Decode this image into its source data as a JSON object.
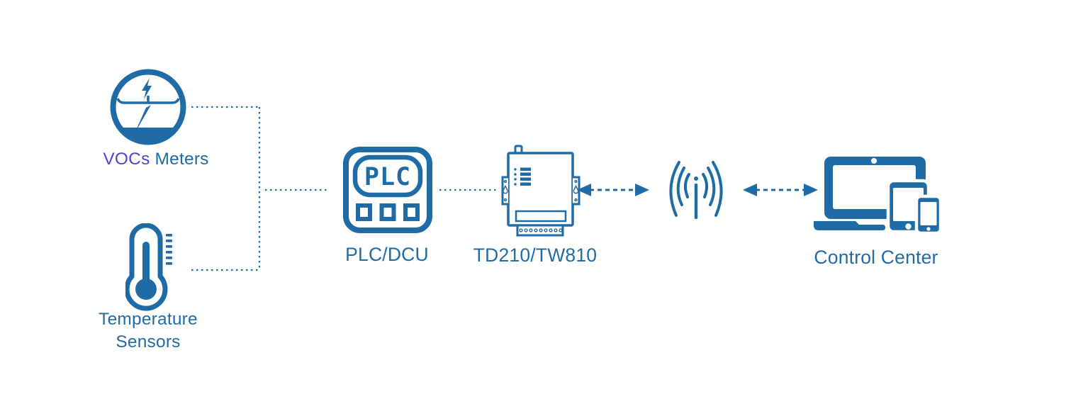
{
  "colors": {
    "primary_blue": "#1F6BA6",
    "accent_purple": "#4B45D0",
    "background": "#FFFFFF"
  },
  "nodes": {
    "vocs_meters": {
      "icon": "gauge-meter-icon",
      "label_accent": "VOCs",
      "label_main": "Meters"
    },
    "temperature_sensors": {
      "icon": "thermometer-icon",
      "label_line1": "Temperature",
      "label_line2": "Sensors"
    },
    "plc": {
      "icon": "plc-controller-icon",
      "screen_text": "PLC",
      "label": "PLC/DCU"
    },
    "dtu": {
      "icon": "dtu-modem-icon",
      "label": "TD210/TW810"
    },
    "antenna": {
      "icon": "wireless-antenna-icon"
    },
    "control_center": {
      "icon": "devices-icon",
      "label": "Control Center"
    }
  },
  "links": [
    {
      "from": "vocs_meters",
      "to": "plc",
      "style": "dotted"
    },
    {
      "from": "temperature_sensors",
      "to": "plc",
      "style": "dotted"
    },
    {
      "from": "plc",
      "to": "dtu",
      "style": "dotted"
    },
    {
      "from": "dtu",
      "to": "antenna",
      "style": "dashed-double-arrow"
    },
    {
      "from": "antenna",
      "to": "control_center",
      "style": "dashed-double-arrow"
    }
  ]
}
